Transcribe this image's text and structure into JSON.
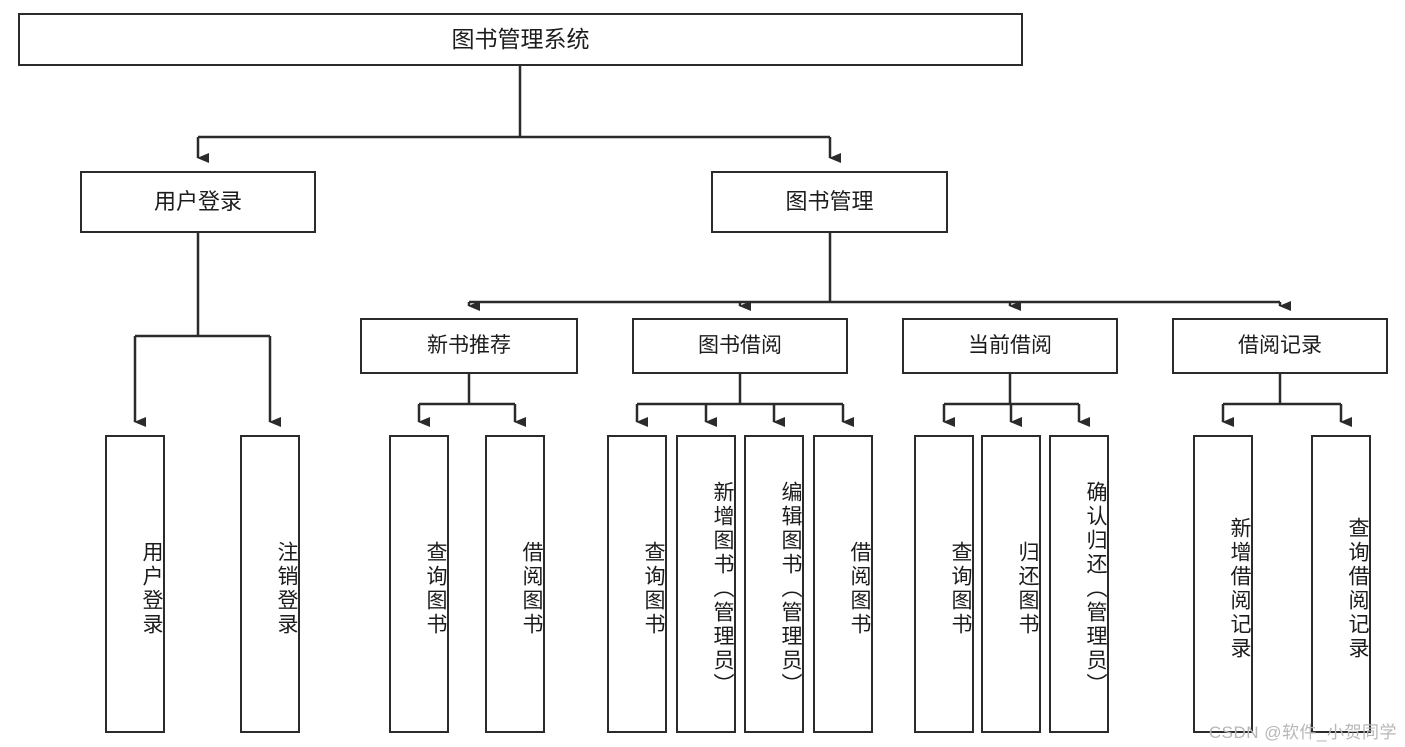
{
  "diagram": {
    "title": "图书管理系统",
    "type": "function-hierarchy-tree",
    "watermark": "CSDN @软件_小贺同学",
    "colors": {
      "border": "#2b2b2b",
      "background": "#ffffff",
      "text": "#1c1c1c",
      "watermark": "#b7b7b7"
    },
    "root": {
      "label": "图书管理系统"
    },
    "level2": [
      {
        "label": "用户登录"
      },
      {
        "label": "图书管理"
      }
    ],
    "level3": [
      {
        "label": "新书推荐"
      },
      {
        "label": "图书借阅"
      },
      {
        "label": "当前借阅"
      },
      {
        "label": "借阅记录"
      }
    ],
    "leaves": {
      "user_login": [
        {
          "label": "用户登录"
        },
        {
          "label": "注销登录"
        }
      ],
      "new_book": [
        {
          "label": "查询图书"
        },
        {
          "label": "借阅图书"
        }
      ],
      "book_borrow": [
        {
          "label": "查询图书"
        },
        {
          "label": "新增图书（管理员）"
        },
        {
          "label": "编辑图书（管理员）"
        },
        {
          "label": "借阅图书"
        }
      ],
      "current_borrow": [
        {
          "label": "查询图书"
        },
        {
          "label": "归还图书"
        },
        {
          "label": "确认归还（管理员）"
        }
      ],
      "borrow_record": [
        {
          "label": "新增借阅记录"
        },
        {
          "label": "查询借阅记录"
        }
      ]
    }
  }
}
